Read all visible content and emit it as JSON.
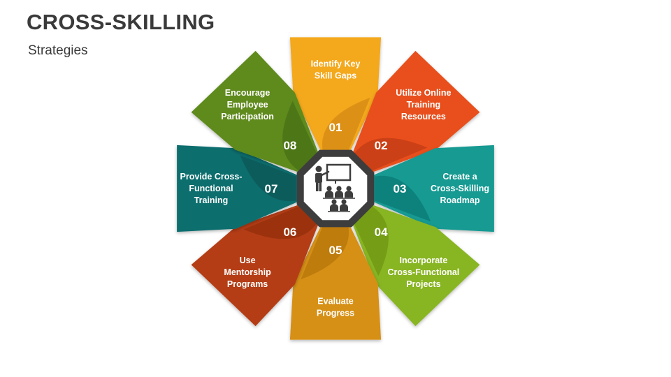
{
  "header": {
    "title": "CROSS-SKILLING",
    "subtitle": "Strategies"
  },
  "center": {
    "icon": "presentation-audience-icon",
    "color": "#3d3d3d"
  },
  "segments": [
    {
      "number": "01",
      "lines": [
        "Identify Key",
        "Skill Gaps"
      ],
      "color": "#F4A81D",
      "shade": "#D4890F"
    },
    {
      "number": "02",
      "lines": [
        "Utilize Online",
        "Training",
        "Resources"
      ],
      "color": "#E8501D",
      "shade": "#C23A10"
    },
    {
      "number": "03",
      "lines": [
        "Create a",
        "Cross-Skilling",
        "Roadmap"
      ],
      "color": "#169A92",
      "shade": "#0D7A73"
    },
    {
      "number": "04",
      "lines": [
        "Incorporate",
        "Cross-Functional",
        "Projects"
      ],
      "color": "#88B521",
      "shade": "#6E9617"
    },
    {
      "number": "05",
      "lines": [
        "Evaluate",
        "Progress"
      ],
      "color": "#D69015",
      "shade": "#B5760B"
    },
    {
      "number": "06",
      "lines": [
        "Use",
        "Mentorship",
        "Programs"
      ],
      "color": "#B43E14",
      "shade": "#93300D"
    },
    {
      "number": "07",
      "lines": [
        "Provide Cross-",
        "Functional",
        "Training"
      ],
      "color": "#0E6E6E",
      "shade": "#0A5656"
    },
    {
      "number": "08",
      "lines": [
        "Encourage",
        "Employee",
        "Participation"
      ],
      "color": "#5E8A1E",
      "shade": "#4A7015"
    }
  ]
}
